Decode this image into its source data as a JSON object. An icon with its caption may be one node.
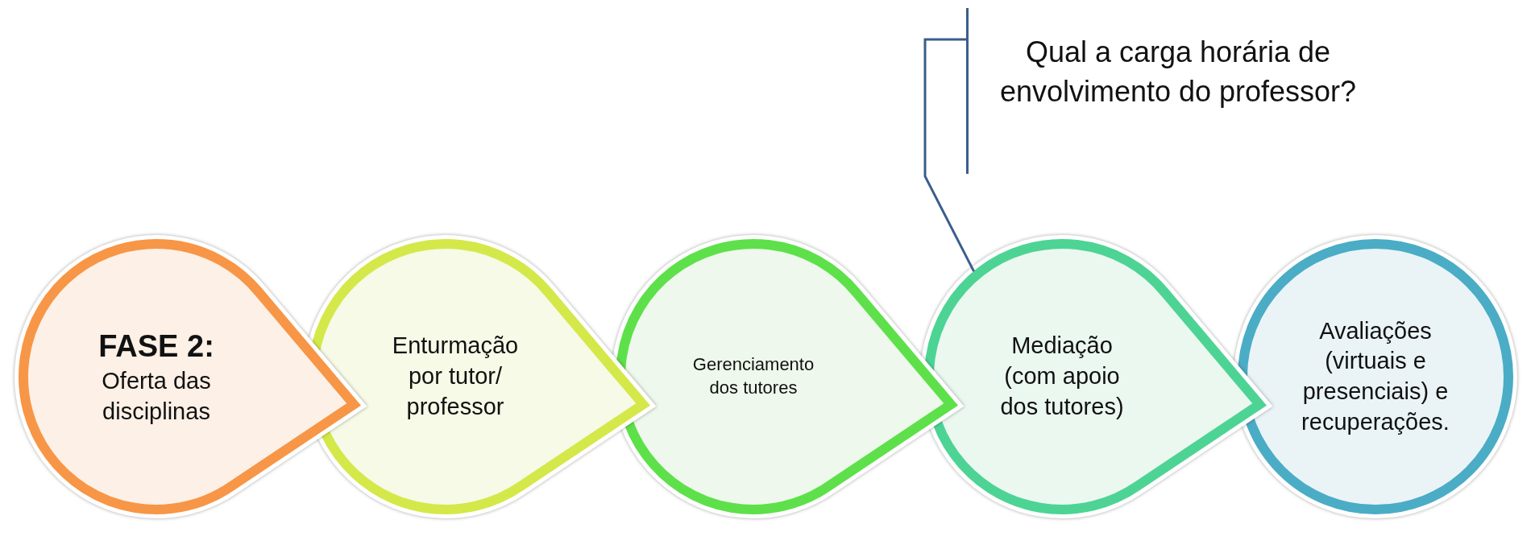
{
  "diagram": {
    "nodes": [
      {
        "text": [
          "FASE 2:",
          "Oferta das disciplinas"
        ]
      },
      {
        "text": [
          "Enturmação por tutor/ professor"
        ]
      },
      {
        "text": [
          "Gerenciamento dos tutores"
        ]
      },
      {
        "text": [
          "Mediação (com apoio dos tutores)"
        ]
      },
      {
        "text": [
          "Avaliações (virtuais e presenciais) e recuperações."
        ]
      },
      {
        "text": [
          "Qual a carga horária de envolvimento do professor?"
        ]
      }
    ],
    "edges": [
      {
        "from": 5,
        "to": 3,
        "arrow": "none",
        "color": "#3a5e8c"
      }
    ]
  }
}
